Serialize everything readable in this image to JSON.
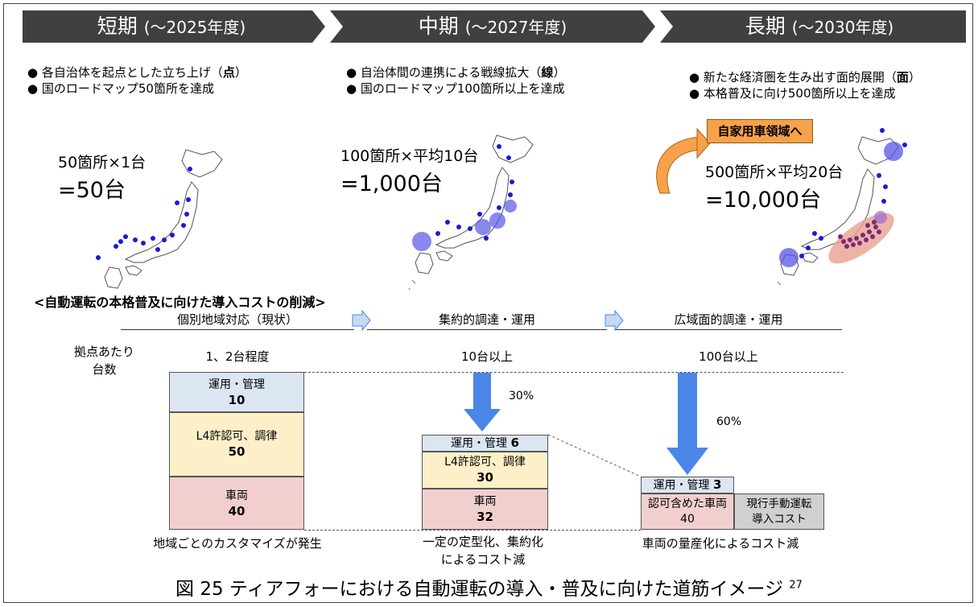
{
  "phases": [
    {
      "name": "短期",
      "period": "(～2025年度)",
      "bullets": [
        "● 各自治体を起点とした立ち上げ（",
        "点",
        "）",
        "● 国のロードマップ50箇所を達成"
      ],
      "count": "50箇所×1台",
      "total": "=50台"
    },
    {
      "name": "中期",
      "period": "(～2027年度)",
      "bullets": [
        "● 自治体間の連携による戦線拡大（",
        "線",
        "）",
        "● 国のロードマップ100箇所以上を達成"
      ],
      "count": "100箇所×平均10台",
      "total": "=1,000台"
    },
    {
      "name": "長期",
      "period": "(～2030年度)",
      "bullets": [
        "● 新たな経済圏を生み出す面的展開（",
        "面",
        "）",
        "● 本格普及に向け500箇所以上を達成"
      ],
      "count": "500箇所×平均20台",
      "total": "=10,000台"
    }
  ],
  "private_car": "自家用車領域へ",
  "section_title": "<自動運転の本格普及に向けた導入コストの削減>",
  "columns": [
    "個別地域対応（現状）",
    "集約的調達・運用",
    "広域面的調達・運用"
  ],
  "row_label_1": "拠点あたり",
  "row_label_2": "台数",
  "units": [
    "1、2台程度",
    "10台以上",
    "100台以上"
  ],
  "cost_bars": [
    {
      "ops_label": "運用・管理",
      "ops": "10",
      "permit_label": "L4許認可、調律",
      "permit": "50",
      "vehicle_label": "車両",
      "vehicle": "40"
    },
    {
      "ops_label": "運用・管理",
      "ops": "6",
      "permit_label": "L4許認可、調律",
      "permit": "30",
      "vehicle_label": "車両",
      "vehicle": "32"
    },
    {
      "ops_label": "運用・管理",
      "ops": "3",
      "vehicle_label": "認可含めた車両",
      "vehicle": "40",
      "manual_1": "現行手動運転",
      "manual_2": "導入コスト"
    }
  ],
  "reductions": [
    "30%",
    "60%"
  ],
  "notes": [
    "地域ごとのカスタマイズが発生",
    "一定の定型化、集約化",
    "によるコスト減",
    "車両の量産化によるコスト減"
  ],
  "caption": "図 25  ティアフォーにおける自動運転の導入・普及に向けた道筋イメージ",
  "caption_ref": "27",
  "colors": {
    "banner": "#404040",
    "chevron_gray": "#a6a6a6",
    "arrow_blue": "#4a86e8",
    "orange": "#f7a24a",
    "dot_blue": "#1a1ad6"
  }
}
